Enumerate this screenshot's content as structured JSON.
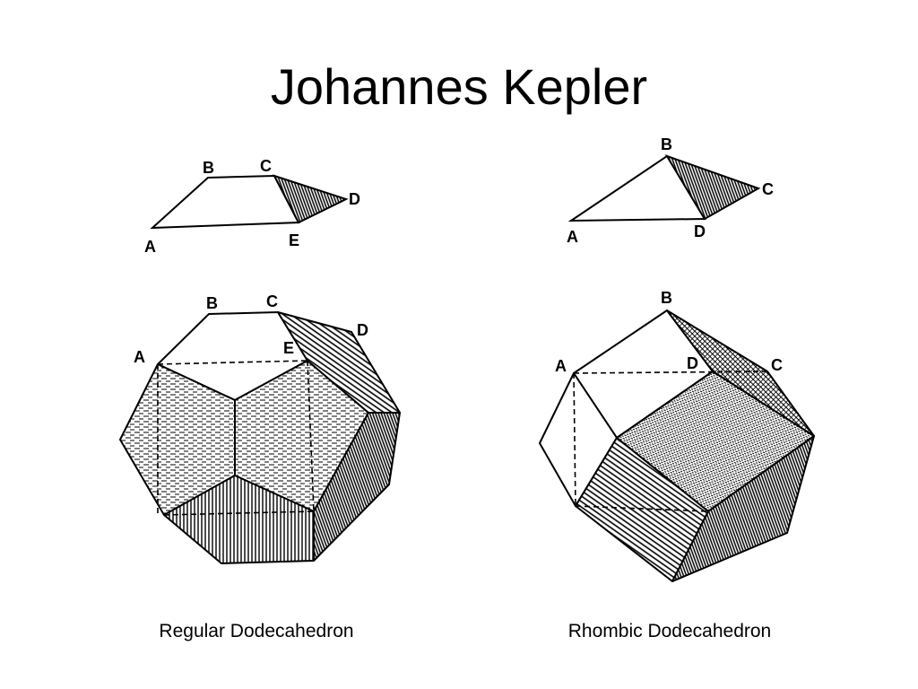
{
  "title": "Johannes Kepler",
  "left": {
    "caption": "Regular Dodecahedron",
    "top_labels": {
      "a": "A",
      "b": "B",
      "c": "C",
      "d": "D",
      "e": "E"
    },
    "solid_labels": {
      "a": "A",
      "b": "B",
      "c": "C",
      "d": "D",
      "e": "E"
    }
  },
  "right": {
    "caption": "Rhombic Dodecahedron",
    "top_labels": {
      "a": "A",
      "b": "B",
      "c": "C",
      "d": "D"
    },
    "solid_labels": {
      "a": "A",
      "b": "B",
      "c": "C",
      "d": "D"
    }
  }
}
